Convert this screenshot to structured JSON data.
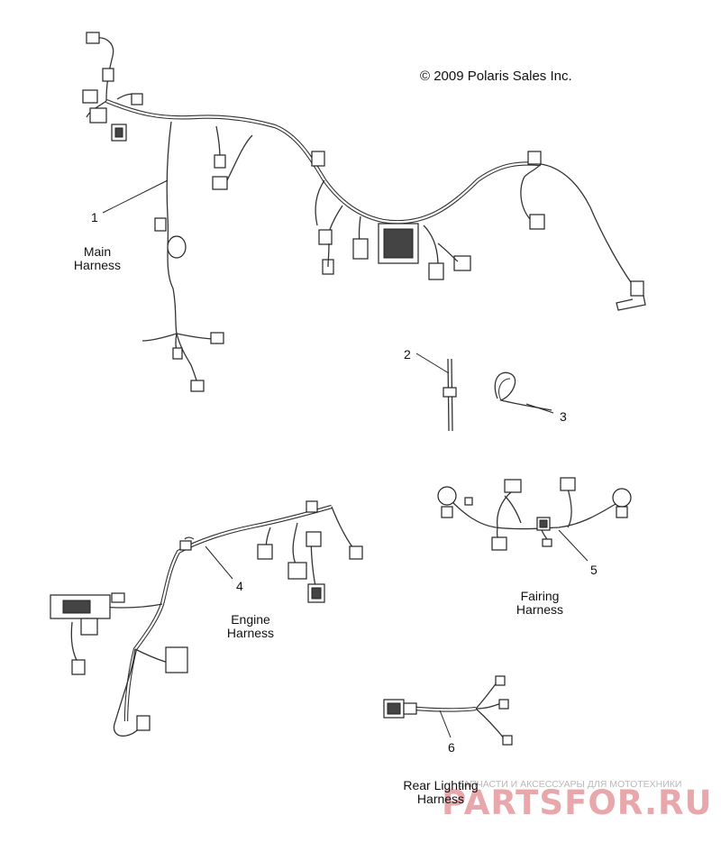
{
  "copyright": "© 2009 Polaris Sales Inc.",
  "callouts": [
    {
      "number": "1",
      "label_lines": [
        "Main",
        "Harness"
      ]
    },
    {
      "number": "2",
      "label_lines": []
    },
    {
      "number": "3",
      "label_lines": []
    },
    {
      "number": "4",
      "label_lines": [
        "Engine",
        "Harness"
      ]
    },
    {
      "number": "5",
      "label_lines": [
        "Fairing",
        "Harness"
      ]
    },
    {
      "number": "6",
      "label_lines": [
        "Rear Lighting",
        "Harness"
      ]
    }
  ],
  "watermark": {
    "tagline": "ЗАПЧАСТИ И АКСЕССУАРЫ ДЛЯ МОТОТЕХНИКИ",
    "logo": "PARTSFOR.RU",
    "color": "#e7a7ab"
  }
}
